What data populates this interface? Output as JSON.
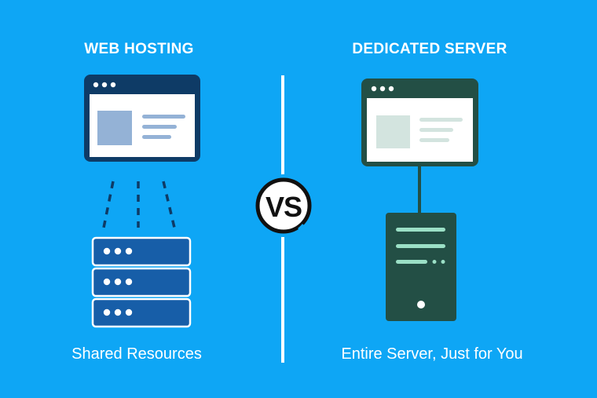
{
  "left": {
    "title": "WEB HOSTING",
    "caption": "Shared Resources"
  },
  "center": {
    "badge": "VS"
  },
  "right": {
    "title": "DEDICATED SERVER",
    "caption": "Entire Server, Just for You"
  },
  "colors": {
    "background": "#0ea6f5",
    "web_hosting_dark": "#0e3b66",
    "web_hosting_server": "#175ea8",
    "dedicated_dark": "#234f45",
    "dedicated_accent": "#9be0c6",
    "white": "#ffffff"
  }
}
